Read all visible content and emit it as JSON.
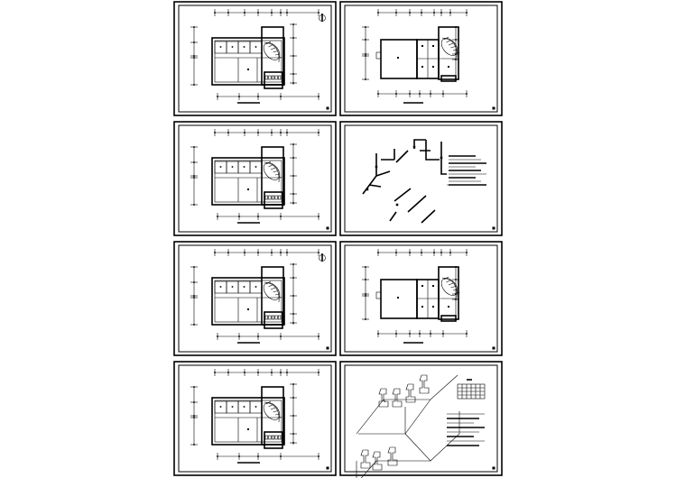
{
  "document": {
    "kind": "cad-drawing-sheet-set",
    "sheets": [
      {
        "id": 1,
        "type": "floor-plan-a",
        "north_arrow": true
      },
      {
        "id": 2,
        "type": "floor-plan-b",
        "north_arrow": false
      },
      {
        "id": 3,
        "type": "floor-plan-a",
        "north_arrow": false
      },
      {
        "id": 4,
        "type": "pipe-system-diagram",
        "north_arrow": false
      },
      {
        "id": 5,
        "type": "floor-plan-a",
        "north_arrow": true
      },
      {
        "id": 6,
        "type": "floor-plan-b",
        "north_arrow": false
      },
      {
        "id": 7,
        "type": "floor-plan-a",
        "north_arrow": false
      },
      {
        "id": 8,
        "type": "axonometric-system",
        "north_arrow": false
      }
    ],
    "colors": {
      "line": "#000000",
      "paper": "#ffffff"
    }
  }
}
